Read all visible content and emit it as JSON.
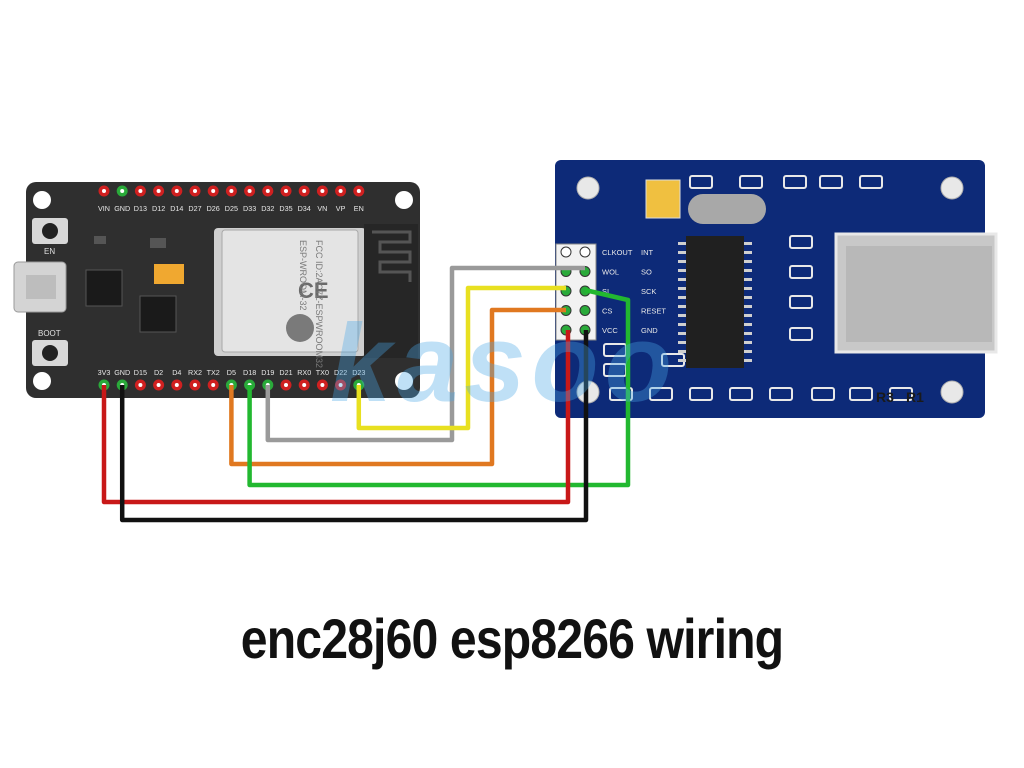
{
  "title": "enc28j60 esp8266 wiring",
  "watermark": "kasoo",
  "esp32": {
    "top_pins": [
      "VIN",
      "GND",
      "D13",
      "D12",
      "D14",
      "D27",
      "D26",
      "D25",
      "D33",
      "D32",
      "D35",
      "D34",
      "VN",
      "VP",
      "EN"
    ],
    "bottom_pins": [
      "3V3",
      "GND",
      "D15",
      "D2",
      "D4",
      "RX2",
      "TX2",
      "D5",
      "D18",
      "D19",
      "D21",
      "RX0",
      "TX0",
      "D22",
      "D23"
    ],
    "en_label": "EN",
    "boot_label": "BOOT",
    "module_lines": [
      "ESP-WROOM-32",
      "FCC ID:2AC7Z-ESPWROOM32",
      "CE"
    ]
  },
  "enc28j60": {
    "left_labels": [
      "CLKOUT",
      "WOL",
      "SI",
      "CS",
      "VCC"
    ],
    "right_labels": [
      "INT",
      "SO",
      "SCK",
      "RESET",
      "GND"
    ],
    "r_labels": [
      "R3",
      "R1"
    ]
  },
  "wires": [
    {
      "color": "#9a9a9a",
      "from": "D19",
      "to": "SO"
    },
    {
      "color": "#e8e020",
      "from": "D23",
      "to": "SI"
    },
    {
      "color": "#e07820",
      "from": "D5",
      "to": "CS"
    },
    {
      "color": "#22b830",
      "from": "D18",
      "to": "SCK"
    },
    {
      "color": "#c81818",
      "from": "3V3",
      "to": "VCC"
    },
    {
      "color": "#111111",
      "from": "GND",
      "to": "GND"
    }
  ],
  "colors": {
    "esp_board": "#2f2f2f",
    "enc_board": "#0d2a78",
    "pin_red": "#d02020",
    "pin_green": "#2aaa3a"
  }
}
